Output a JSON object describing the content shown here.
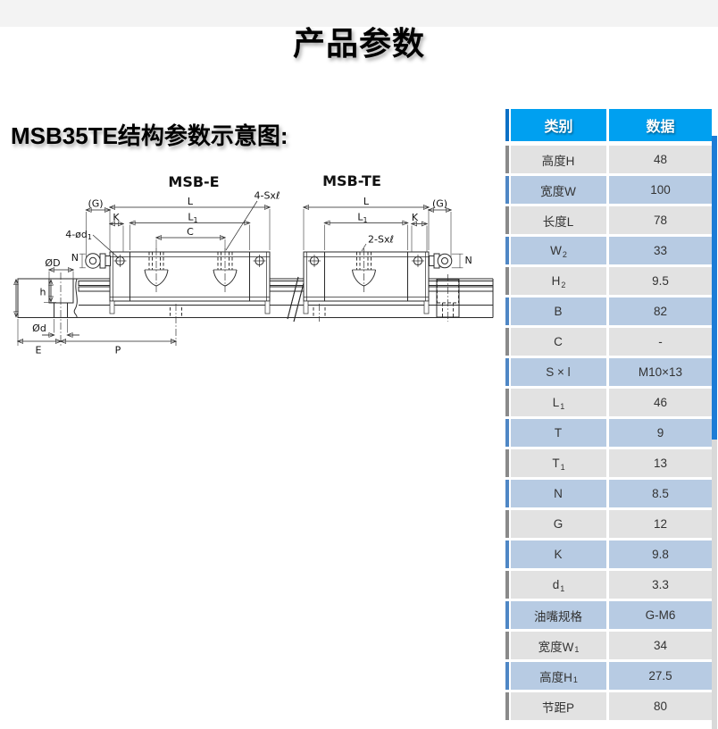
{
  "page": {
    "title": "产品参数",
    "section_heading": "MSB35TE结构参数示意图:"
  },
  "diagram": {
    "msb_e": "MSB-E",
    "msb_te": "MSB-TE",
    "dim_L": "L",
    "dim_L1_base": "L",
    "dim_L1_sub": "1",
    "dim_C": "C",
    "dim_K": "K",
    "dim_G": "(G)",
    "dim_N": "N",
    "dim_OD": "ØD",
    "dim_Od": "Ød",
    "dim_h": "h",
    "dim_E": "E",
    "dim_P": "P",
    "label_4sxl": "4-Sxℓ",
    "label_2sxl": "2-Sxℓ",
    "label_4od1_base": "4-ød",
    "label_4od1_sub": "1"
  },
  "table": {
    "header": {
      "category": "类别",
      "data": "数据"
    },
    "rows": [
      {
        "label": "高度H",
        "sub": "",
        "value": "48"
      },
      {
        "label": "宽度W",
        "sub": "",
        "value": "100"
      },
      {
        "label": "长度L",
        "sub": "",
        "value": "78"
      },
      {
        "label": "W",
        "sub": "2",
        "value": "33"
      },
      {
        "label": "H",
        "sub": "2",
        "value": "9.5"
      },
      {
        "label": "B",
        "sub": "",
        "value": "82"
      },
      {
        "label": "C",
        "sub": "",
        "value": "-"
      },
      {
        "label": "S × l",
        "sub": "",
        "value": "M10×13"
      },
      {
        "label": "L",
        "sub": "1",
        "value": "46"
      },
      {
        "label": "T",
        "sub": "",
        "value": "9"
      },
      {
        "label": "T",
        "sub": "1",
        "value": "13"
      },
      {
        "label": "N",
        "sub": "",
        "value": "8.5"
      },
      {
        "label": "G",
        "sub": "",
        "value": "12"
      },
      {
        "label": "K",
        "sub": "",
        "value": "9.8"
      },
      {
        "label": "d",
        "sub": "1",
        "value": "3.3"
      },
      {
        "label": "油嘴规格",
        "sub": "",
        "value": "G-M6"
      },
      {
        "label": "宽度W",
        "sub": "1",
        "value": "34"
      },
      {
        "label": "高度H",
        "sub": "1",
        "value": "27.5"
      },
      {
        "label": "节距P",
        "sub": "",
        "value": "80"
      }
    ]
  },
  "colors": {
    "header_bg": "#00A0F0",
    "header_accent": "#0C70C5",
    "row_gray": "#E2E2E2",
    "row_blue": "#B7CBE3",
    "gray_accent": "#8A8A8A",
    "blue_accent": "#4F87C5",
    "scrollbar_thumb": "#1C7CD6"
  }
}
